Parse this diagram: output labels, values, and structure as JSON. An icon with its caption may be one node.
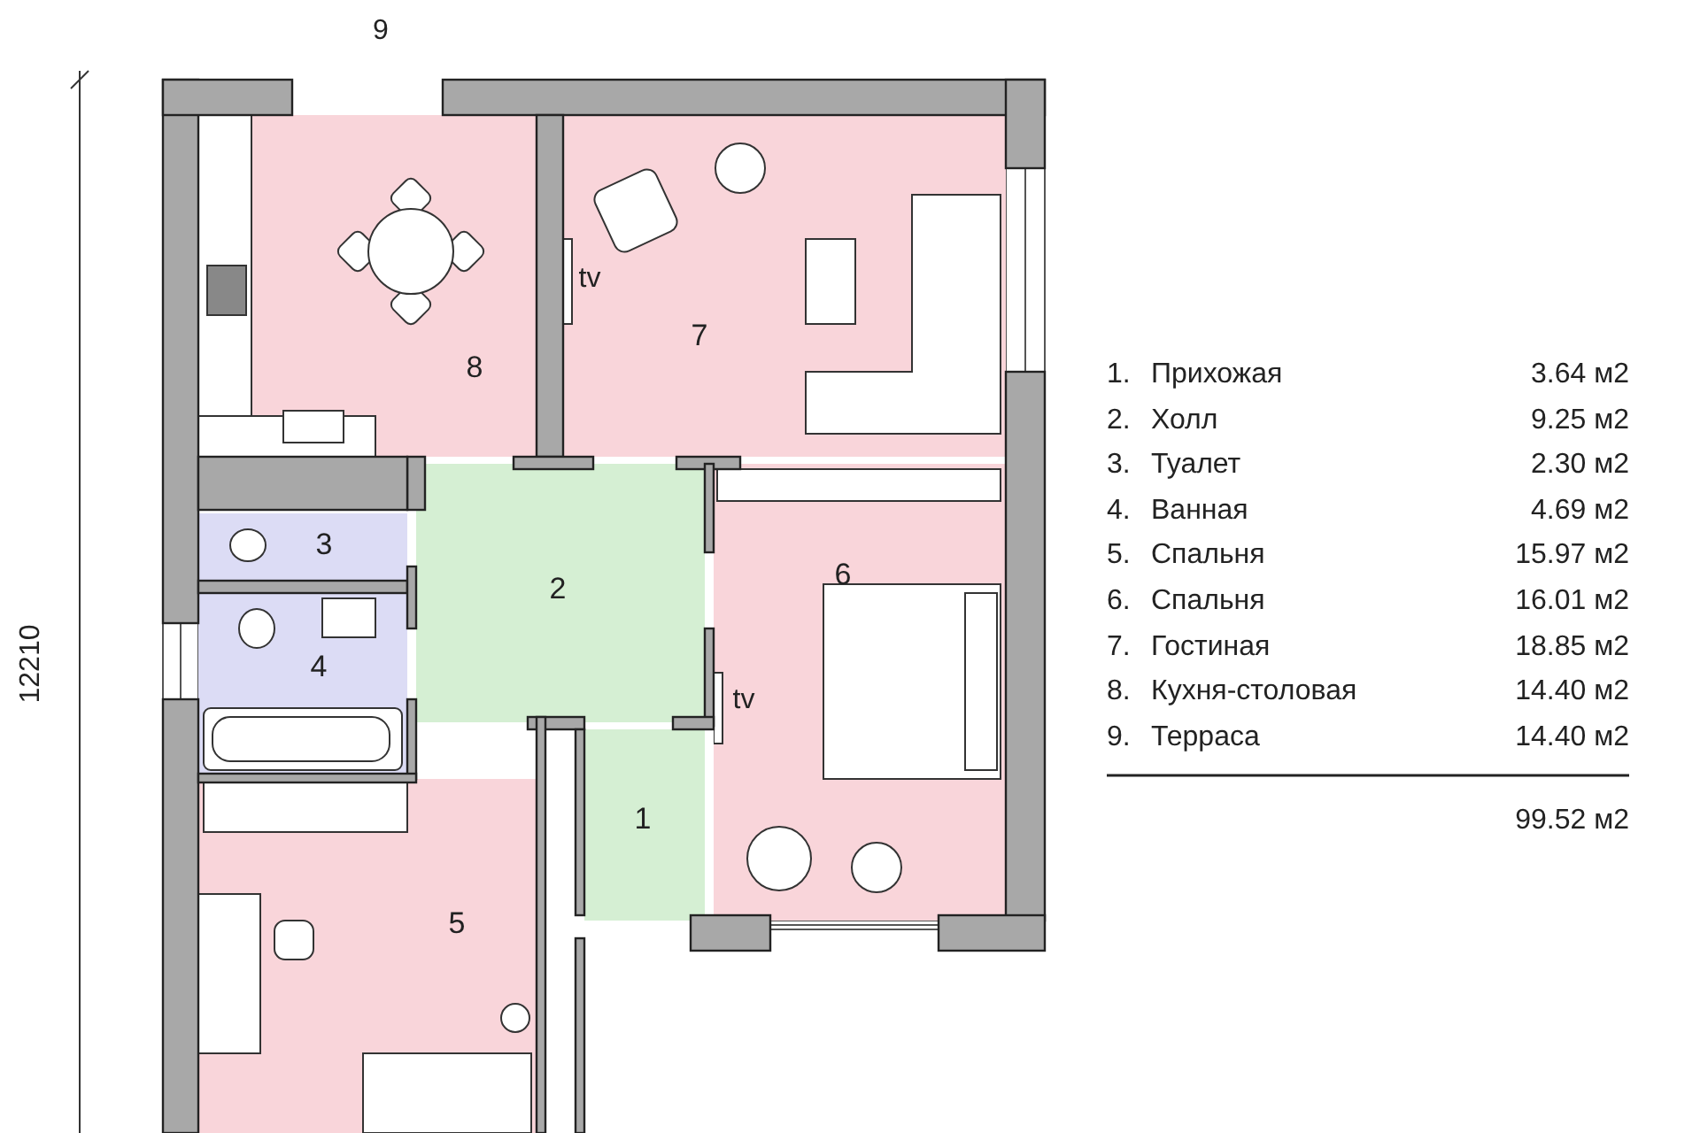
{
  "diagram": {
    "nodes": [
      {
        "text": [
          "1"
        ]
      },
      {
        "text": [
          "2"
        ]
      },
      {
        "text": [
          "3"
        ]
      },
      {
        "text": [
          "4"
        ]
      },
      {
        "text": [
          "5"
        ]
      },
      {
        "text": [
          "6"
        ]
      },
      {
        "text": [
          "7"
        ]
      },
      {
        "text": [
          "8"
        ]
      }
    ],
    "labels": [
      "9",
      "tv",
      "tv",
      "12210",
      "1.",
      "Прихожая",
      "3.64 м2",
      "2.",
      "Холл",
      "9.25 м2",
      "3.",
      "Туалет",
      "2.30 м2",
      "4.",
      "Ванная",
      "4.69 м2",
      "5.",
      "Спальня",
      "15.97 м2",
      "6.",
      "Спальня",
      "16.01 м2",
      "7.",
      "Гостиная",
      "18.85 м2",
      "8.",
      "Кухня-столовая",
      "14.40 м2",
      "9.",
      "Терраса",
      "14.40 м2",
      "99.52 м2"
    ]
  }
}
